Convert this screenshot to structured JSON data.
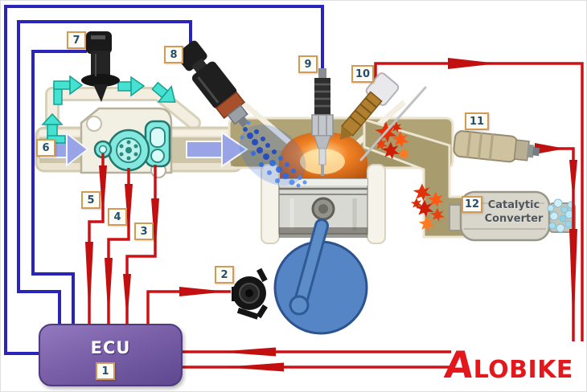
{
  "diagram": {
    "ecu_label": "ECU",
    "catalytic": {
      "line1": "Catalytic",
      "line2": "Converter"
    },
    "brand": {
      "initial": "A",
      "rest": "LOBIKE"
    }
  },
  "markers": [
    {
      "number": "1",
      "icon": "ecu-icon"
    },
    {
      "number": "2",
      "icon": "crankshaft-sensor-icon"
    },
    {
      "number": "3",
      "icon": "throttle-sensor-icon"
    },
    {
      "number": "4",
      "icon": "throttle-body-sensor-icon"
    },
    {
      "number": "5",
      "icon": "idle-sensor-icon"
    },
    {
      "number": "6",
      "icon": "air-intake-icon"
    },
    {
      "number": "7",
      "icon": "idle-air-control-valve-icon"
    },
    {
      "number": "8",
      "icon": "fuel-injector-icon"
    },
    {
      "number": "9",
      "icon": "spark-plug-icon"
    },
    {
      "number": "10",
      "icon": "coolant-temp-sensor-icon"
    },
    {
      "number": "11",
      "icon": "oxygen-sensor-icon"
    },
    {
      "number": "12",
      "icon": "catalytic-converter-icon"
    }
  ],
  "colors": {
    "wire_blue": "#2b24b8",
    "wire_red": "#cd1216",
    "teal_arrow": "#45e2d2",
    "lavender_arrow": "#98a4e6",
    "ecu_purple": "#7a60a8",
    "brand_red": "#e2181d",
    "label_border": "#d29a52",
    "label_text": "#235070"
  }
}
